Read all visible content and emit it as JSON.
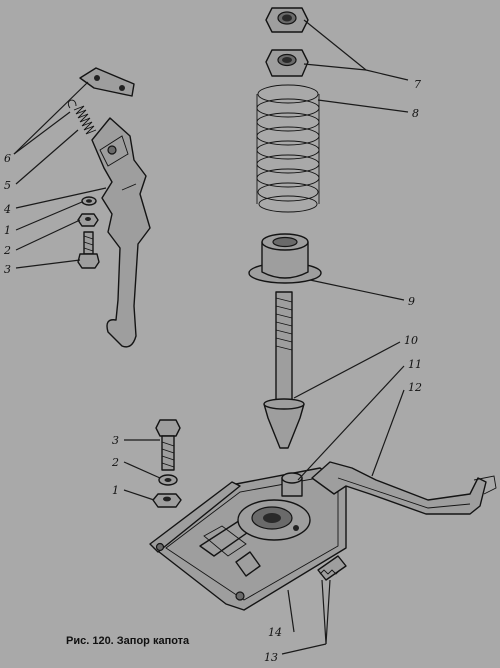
{
  "caption": "Рис. 120. Запор капота",
  "callouts": [
    {
      "id": "c7",
      "text": "7"
    },
    {
      "id": "c8",
      "text": "8"
    },
    {
      "id": "c6",
      "text": "6"
    },
    {
      "id": "c5",
      "text": "5"
    },
    {
      "id": "c4a",
      "text": "4"
    },
    {
      "id": "c1a",
      "text": "1"
    },
    {
      "id": "c2a",
      "text": "2"
    },
    {
      "id": "c3a",
      "text": "3"
    },
    {
      "id": "c9",
      "text": "9"
    },
    {
      "id": "c10",
      "text": "10"
    },
    {
      "id": "c11",
      "text": "11"
    },
    {
      "id": "c12",
      "text": "12"
    },
    {
      "id": "c3b",
      "text": "3"
    },
    {
      "id": "c2b",
      "text": "2"
    },
    {
      "id": "c1b",
      "text": "1"
    },
    {
      "id": "c14",
      "text": "14"
    },
    {
      "id": "c13",
      "text": "13"
    }
  ]
}
